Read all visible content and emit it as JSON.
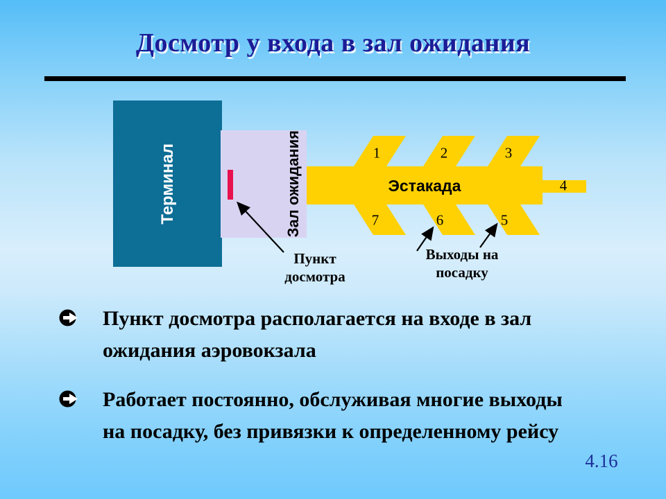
{
  "slide": {
    "title": "Досмотр у входа в зал ожидания",
    "page_number": "4.16"
  },
  "bullets": [
    {
      "text": "Пункт досмотра располагается на входе в зал ожидания аэровокзала"
    },
    {
      "text": "Работает постоянно, обслуживая многие выходы на посадку, без привязки к определенному рейсу"
    }
  ],
  "diagram": {
    "terminal": {
      "label": "Терминал",
      "color": "#0d6e96"
    },
    "waiting_hall": {
      "label": "Зал ожидания",
      "color": "#d9d3f2"
    },
    "checkpoint": {
      "label": "Пункт досмотра",
      "marker_color": "#e8124e"
    },
    "pier": {
      "label": "Эстакада",
      "color": "#ffd103"
    },
    "gates": {
      "label": "Выходы на посадку",
      "numbers": [
        "1",
        "2",
        "3",
        "4",
        "5",
        "6",
        "7"
      ]
    }
  },
  "colors": {
    "title_text": "#1c1c96",
    "page_number_text": "#1e3099",
    "background_top": "#55bdf8",
    "background_middle": "#d8eefc",
    "background_bottom": "#6fcafd",
    "divider": "#000000",
    "body_text": "#000000"
  },
  "icons": {
    "bullet": "circled-right-arrow-icon"
  }
}
